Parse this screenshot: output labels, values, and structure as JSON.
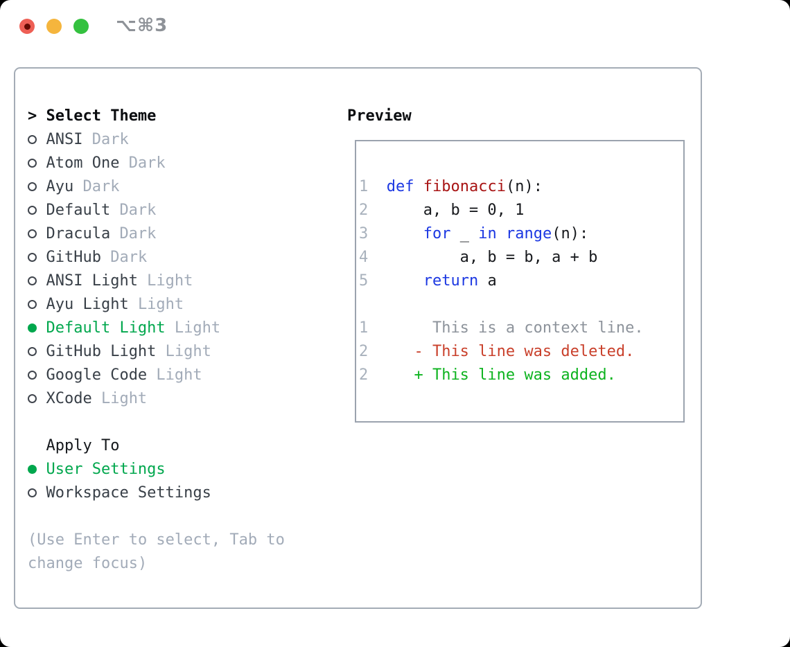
{
  "titlebar": {
    "shortcut": "⌥⌘3",
    "buttons": [
      "close",
      "minimize",
      "zoom"
    ]
  },
  "colors": {
    "traffic_red": "#ee5f55",
    "traffic_red_dot": "#650a02",
    "traffic_yellow": "#f5b53d",
    "traffic_green": "#34c13f",
    "title_gray": "#8e9298",
    "panel_border": "#a4acb6",
    "box_border": "#9ba3ae",
    "circle_outline": "#40454d",
    "name_color": "#383f47",
    "tag_gray": "#a2abb8",
    "lnum_gray": "#a8b1bc",
    "plain_color": "#17191d",
    "keyword_blue": "#1c38e2",
    "function_red": "#a81414",
    "context_gray": "#8d939b",
    "deleted_red": "#c9402b",
    "added_green": "#0db31f",
    "sel_green": "#00a74d"
  },
  "theme_list": {
    "header": "Select Theme",
    "header_marker": ">",
    "items": [
      {
        "name": "ANSI",
        "tag": "Dark",
        "selected": false
      },
      {
        "name": "Atom One",
        "tag": "Dark",
        "selected": false
      },
      {
        "name": "Ayu",
        "tag": "Dark",
        "selected": false
      },
      {
        "name": "Default",
        "tag": "Dark",
        "selected": false
      },
      {
        "name": "Dracula",
        "tag": "Dark",
        "selected": false
      },
      {
        "name": "GitHub",
        "tag": "Dark",
        "selected": false
      },
      {
        "name": "ANSI Light",
        "tag": "Light",
        "selected": false
      },
      {
        "name": "Ayu Light",
        "tag": "Light",
        "selected": false
      },
      {
        "name": "Default Light",
        "tag": "Light",
        "selected": true
      },
      {
        "name": "GitHub Light",
        "tag": "Light",
        "selected": false
      },
      {
        "name": "Google Code",
        "tag": "Light",
        "selected": false
      },
      {
        "name": "XCode",
        "tag": "Light",
        "selected": false
      }
    ]
  },
  "apply_to": {
    "header": "Apply To",
    "options": [
      {
        "name": "User Settings",
        "selected": true
      },
      {
        "name": "Workspace Settings",
        "selected": false
      }
    ]
  },
  "help_lines": [
    "(Use Enter to select, Tab to",
    "change focus)"
  ],
  "preview": {
    "title": "Preview",
    "lines": [
      {
        "num": "1",
        "kind": "code",
        "parts": [
          [
            "  ",
            "p"
          ],
          [
            "def",
            "k"
          ],
          [
            " ",
            "p"
          ],
          [
            "fibonacci",
            "f"
          ],
          [
            "(n):",
            "p"
          ]
        ]
      },
      {
        "num": "2",
        "kind": "code",
        "parts": [
          [
            "      a, b = 0, 1",
            "p"
          ]
        ]
      },
      {
        "num": "3",
        "kind": "code",
        "parts": [
          [
            "      ",
            "p"
          ],
          [
            "for",
            "k"
          ],
          [
            " _ ",
            "p"
          ],
          [
            "in",
            "k"
          ],
          [
            " ",
            "p"
          ],
          [
            "range",
            "k"
          ],
          [
            "(n):",
            "p"
          ]
        ]
      },
      {
        "num": "4",
        "kind": "code",
        "parts": [
          [
            "          a, b = b, a + b",
            "p"
          ]
        ]
      },
      {
        "num": "5",
        "kind": "code",
        "parts": [
          [
            "      ",
            "p"
          ],
          [
            "return",
            "k"
          ],
          [
            " a",
            "p"
          ]
        ]
      },
      {
        "num": "",
        "kind": "blank",
        "parts": []
      },
      {
        "num": "1",
        "kind": "context",
        "parts": [
          [
            "       This is a context line.",
            "ctx"
          ]
        ]
      },
      {
        "num": "2",
        "kind": "deleted",
        "parts": [
          [
            "     - This line was deleted.",
            "del"
          ]
        ]
      },
      {
        "num": "2",
        "kind": "added",
        "parts": [
          [
            "     + This line was added.",
            "add"
          ]
        ]
      }
    ]
  }
}
